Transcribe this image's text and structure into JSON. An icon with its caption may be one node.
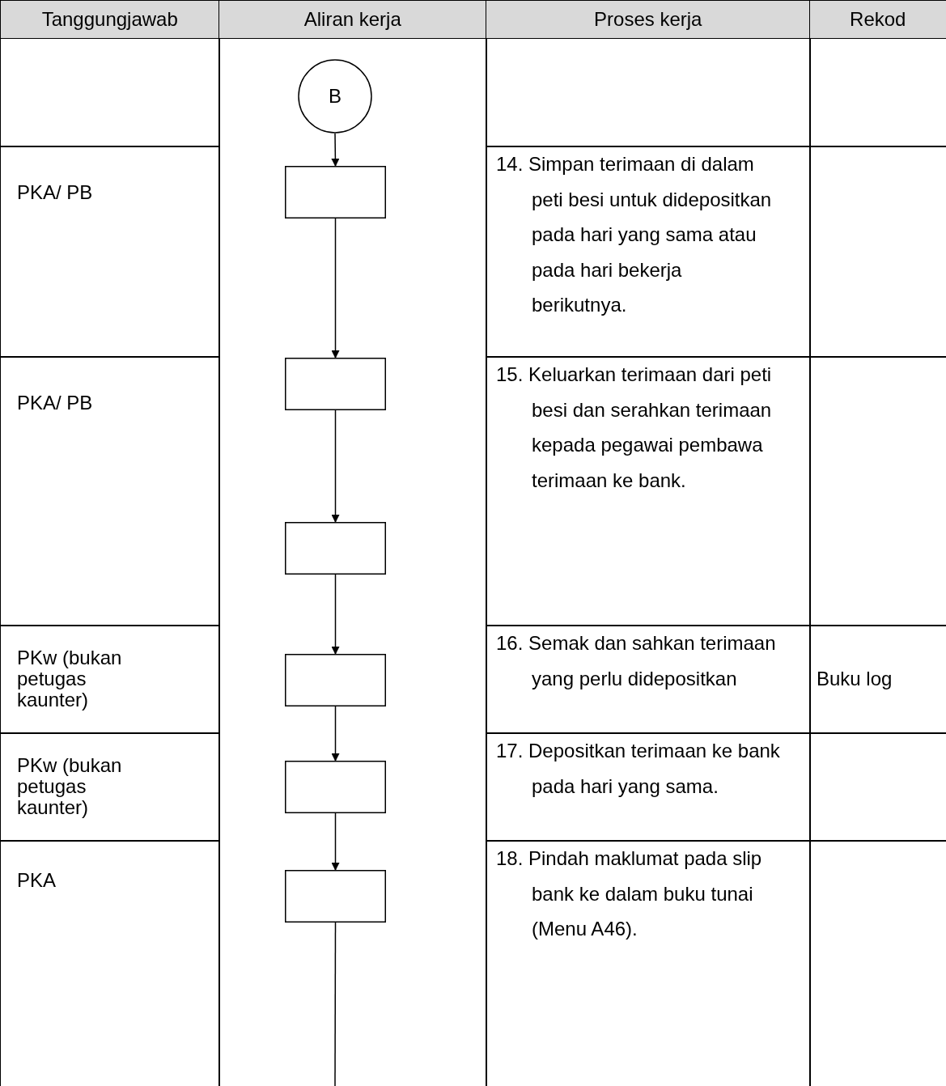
{
  "diagram": {
    "nodes": [
      {
        "text": [
          "B"
        ]
      },
      {
        "text": [],
        "shape": "box"
      },
      {
        "text": [],
        "shape": "box"
      },
      {
        "text": [],
        "shape": "box"
      },
      {
        "text": [],
        "shape": "box"
      },
      {
        "text": [],
        "shape": "box"
      },
      {
        "text": [],
        "shape": "box"
      }
    ],
    "edges": [
      {
        "from": 0,
        "to": 1,
        "arrow": "to"
      },
      {
        "from": 1,
        "to": 2,
        "arrow": "to"
      },
      {
        "from": 2,
        "to": 3,
        "arrow": "to"
      },
      {
        "from": 3,
        "to": 4,
        "arrow": "to"
      },
      {
        "from": 4,
        "to": 5,
        "arrow": "to"
      },
      {
        "from": 5,
        "to": 6,
        "arrow": "to"
      },
      {
        "from": 6,
        "to": null,
        "arrow": "none"
      }
    ],
    "labels": [
      "Tanggungjawab",
      "Aliran kerja",
      "Proses kerja",
      "Rekod",
      "PKA/ PB",
      "14. Simpan terimaan di dalam peti besi untuk didepositkan pada hari yang sama atau pada hari bekerja berikutnya.",
      "PKA/ PB",
      "15. Keluarkan terimaan dari peti besi dan serahkan terimaan kepada pegawai pembawa terimaan ke bank.",
      "PKw (bukan petugas kaunter)",
      "16. Semak dan sahkan terimaan yang perlu didepositkan",
      "Buku log",
      "PKw (bukan petugas kaunter)",
      "17. Depositkan terimaan ke bank pada hari yang sama.",
      "PKA",
      "18. Pindah maklumat pada slip bank ke dalam buku tunai (Menu A46)."
    ]
  }
}
